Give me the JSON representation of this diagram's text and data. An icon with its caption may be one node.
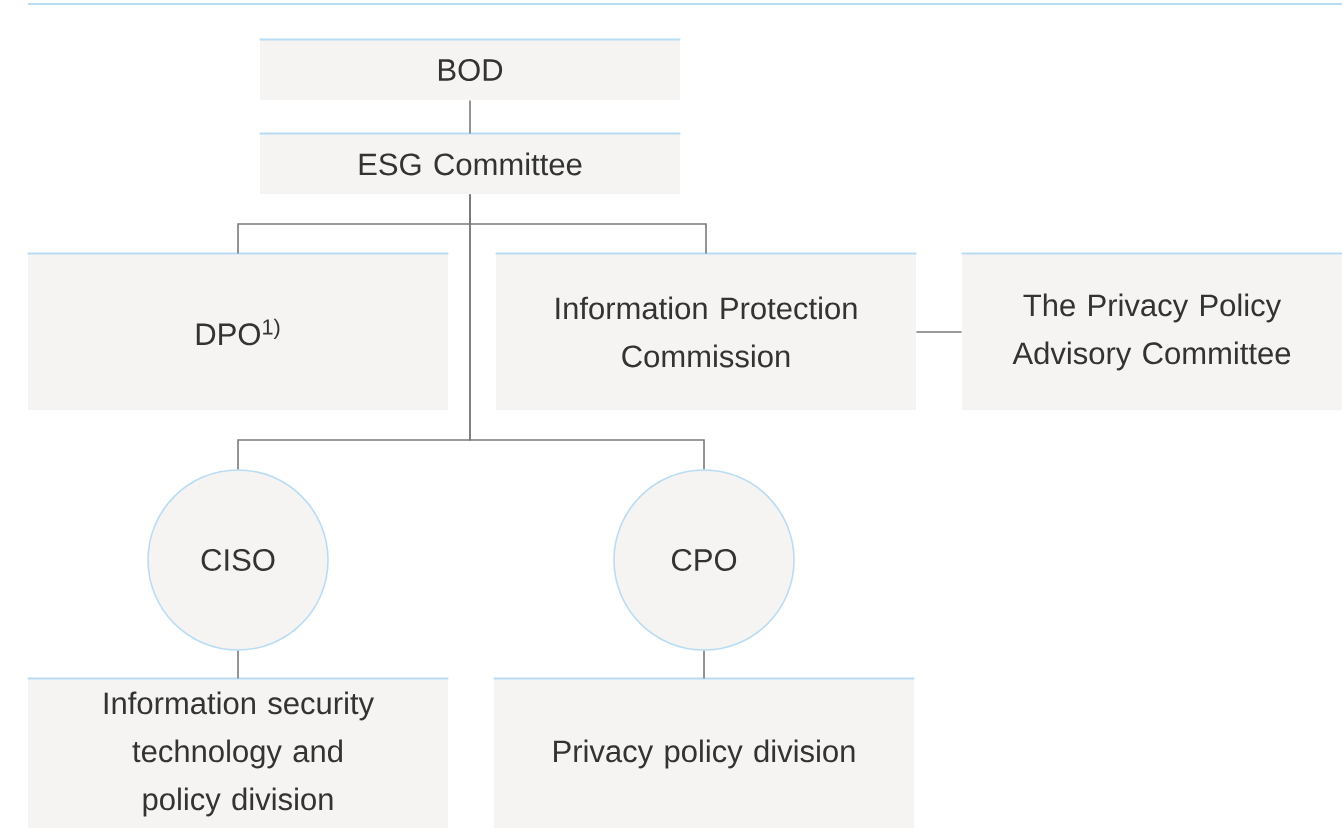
{
  "diagram": {
    "nodes": [
      {
        "text": [
          "BOD"
        ]
      },
      {
        "text": [
          "ESG Committee"
        ]
      },
      {
        "text": [
          "DPO$^{1)}$"
        ]
      },
      {
        "text": [
          "Information Protection Commission"
        ]
      },
      {
        "text": [
          "The Privacy Policy Advisory Committee"
        ]
      },
      {
        "text": [
          "CISO"
        ]
      },
      {
        "text": [
          "CPO"
        ]
      },
      {
        "text": [
          "Information security technology and policy division"
        ]
      },
      {
        "text": [
          "Privacy policy division"
        ]
      }
    ],
    "edges": [
      {
        "from": 0,
        "to": 1,
        "arrow": "none"
      },
      {
        "from": 1,
        "to": 2,
        "arrow": "none"
      },
      {
        "from": 1,
        "to": 3,
        "arrow": "none"
      },
      {
        "from": 3,
        "to": 4,
        "arrow": "none"
      },
      {
        "from": 1,
        "to": 5,
        "arrow": "none"
      },
      {
        "from": 1,
        "to": 6,
        "arrow": "none"
      },
      {
        "from": 5,
        "to": 7,
        "arrow": "none"
      },
      {
        "from": 6,
        "to": 8,
        "arrow": "none"
      }
    ]
  }
}
